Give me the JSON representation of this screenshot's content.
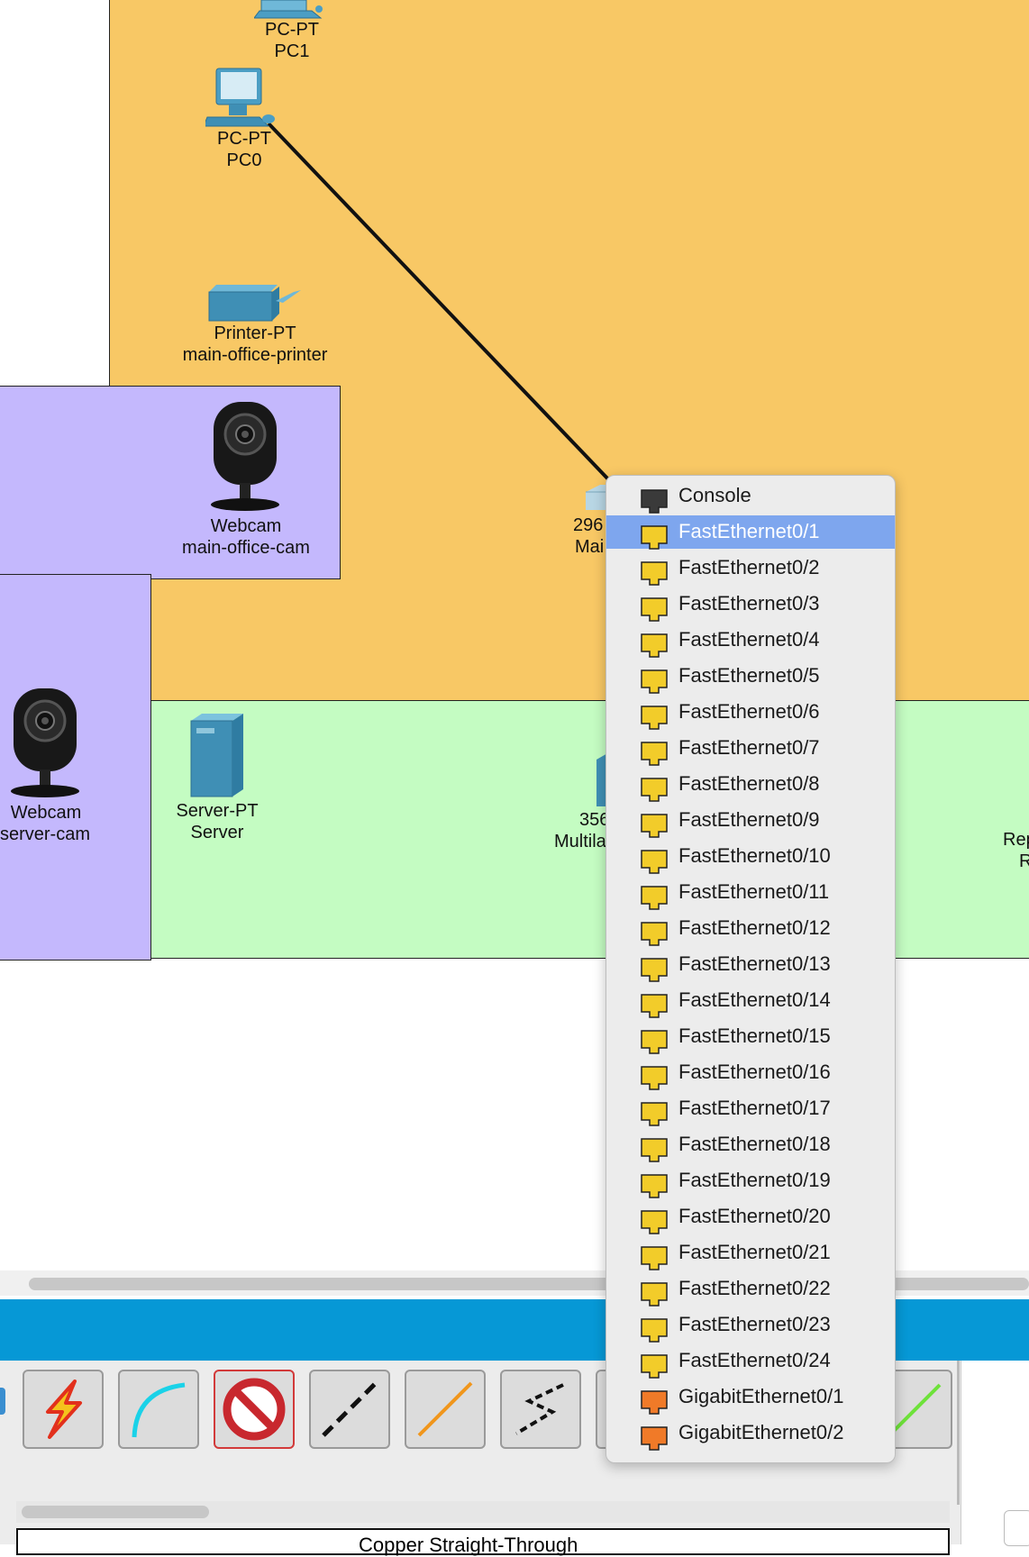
{
  "canvas": {
    "devices": {
      "pc1": {
        "type": "PC-PT",
        "name": "PC1"
      },
      "pc0": {
        "type": "PC-PT",
        "name": "PC0"
      },
      "printer": {
        "type": "Printer-PT",
        "name": "main-office-printer"
      },
      "webcam_office": {
        "type": "Webcam",
        "name": "main-office-cam"
      },
      "switch": {
        "type_partial": "296",
        "name_partial": "Mai"
      },
      "webcam_server": {
        "type": "Webcam",
        "name": "server-cam"
      },
      "server": {
        "type": "Server-PT",
        "name": "Server"
      },
      "multilayer": {
        "type_partial": "356",
        "name_partial": "Multila"
      },
      "repeater": {
        "type_partial": "Rep",
        "name_partial": "R"
      }
    }
  },
  "port_menu": {
    "selected_index": 1,
    "items": [
      {
        "label": "Console",
        "kind": "console"
      },
      {
        "label": "FastEthernet0/1",
        "kind": "fast"
      },
      {
        "label": "FastEthernet0/2",
        "kind": "fast"
      },
      {
        "label": "FastEthernet0/3",
        "kind": "fast"
      },
      {
        "label": "FastEthernet0/4",
        "kind": "fast"
      },
      {
        "label": "FastEthernet0/5",
        "kind": "fast"
      },
      {
        "label": "FastEthernet0/6",
        "kind": "fast"
      },
      {
        "label": "FastEthernet0/7",
        "kind": "fast"
      },
      {
        "label": "FastEthernet0/8",
        "kind": "fast"
      },
      {
        "label": "FastEthernet0/9",
        "kind": "fast"
      },
      {
        "label": "FastEthernet0/10",
        "kind": "fast"
      },
      {
        "label": "FastEthernet0/11",
        "kind": "fast"
      },
      {
        "label": "FastEthernet0/12",
        "kind": "fast"
      },
      {
        "label": "FastEthernet0/13",
        "kind": "fast"
      },
      {
        "label": "FastEthernet0/14",
        "kind": "fast"
      },
      {
        "label": "FastEthernet0/15",
        "kind": "fast"
      },
      {
        "label": "FastEthernet0/16",
        "kind": "fast"
      },
      {
        "label": "FastEthernet0/17",
        "kind": "fast"
      },
      {
        "label": "FastEthernet0/18",
        "kind": "fast"
      },
      {
        "label": "FastEthernet0/19",
        "kind": "fast"
      },
      {
        "label": "FastEthernet0/20",
        "kind": "fast"
      },
      {
        "label": "FastEthernet0/21",
        "kind": "fast"
      },
      {
        "label": "FastEthernet0/22",
        "kind": "fast"
      },
      {
        "label": "FastEthernet0/23",
        "kind": "fast"
      },
      {
        "label": "FastEthernet0/24",
        "kind": "fast"
      },
      {
        "label": "GigabitEthernet0/1",
        "kind": "gigabit"
      },
      {
        "label": "GigabitEthernet0/2",
        "kind": "gigabit"
      }
    ]
  },
  "status_bar": {
    "text_partial": "Copper Straight-Through"
  },
  "colors": {
    "office_zone": "#f8c865",
    "camera_zone": "#c4b8fd",
    "server_zone": "#c4fcc2",
    "blue_bar": "#0698d6",
    "menu_highlight": "#7ea6ee",
    "console_port": "#3a3a3a",
    "fast_port": "#f2cc2a",
    "gigabit_port": "#f07a28"
  },
  "tools": [
    "auto-connection-icon",
    "console-cable-icon",
    "none-icon",
    "copper-straight-icon",
    "copper-cross-icon",
    "fiber-icon",
    "serial-icon",
    "usb-icon"
  ]
}
